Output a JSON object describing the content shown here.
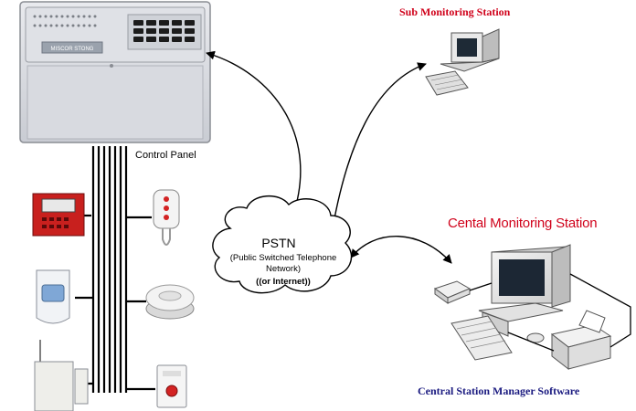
{
  "labels": {
    "sub_station": "Sub Monitoring Station",
    "control_panel": "Control Panel",
    "central_station": "Cental Monitoring Station",
    "software": "Central Station Manager Software"
  },
  "pstn": {
    "title": "PSTN",
    "subtitle": "(Public Switched Telephone Network)",
    "alt": "((or Internet))"
  },
  "panel": {
    "brand": "MISCOR STONG"
  },
  "colors": {
    "title_red": "#d0021b",
    "software_blue": "#1a1a80",
    "wire": "#000000"
  }
}
